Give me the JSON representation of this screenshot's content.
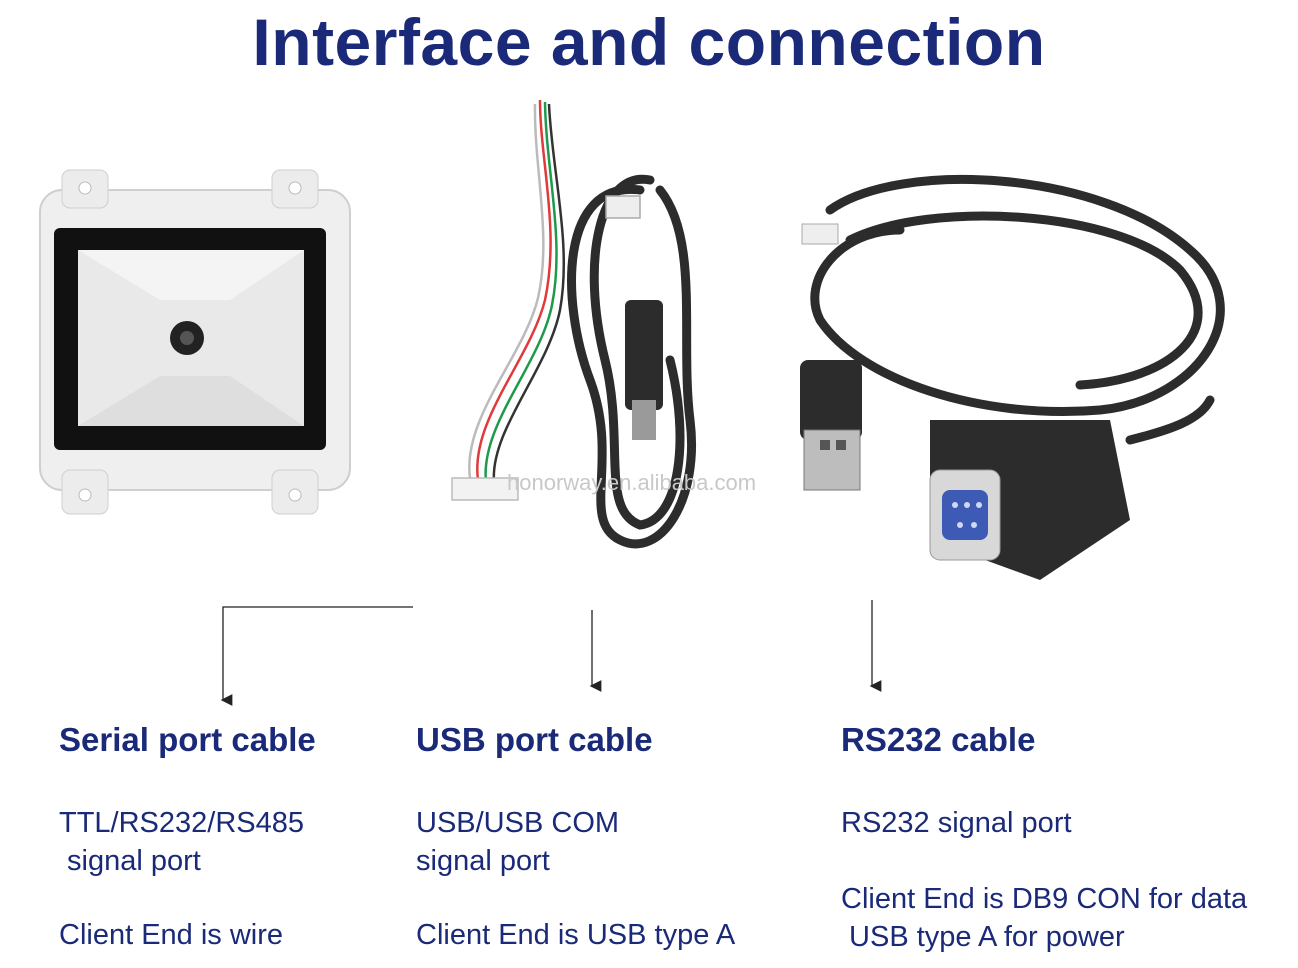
{
  "title": "Interface and connection",
  "watermark": "honorway.en.alibaba.com",
  "colors": {
    "heading": "#1a2a78",
    "text": "#1a2a78"
  },
  "products": [
    {
      "icon": "scanner-module-image"
    },
    {
      "icon": "serial-wire-cable-image"
    },
    {
      "icon": "usb-cable-image"
    },
    {
      "icon": "rs232-db9-cable-image"
    }
  ],
  "columns": [
    {
      "heading": "Serial port cable",
      "signal_lines": [
        "TTL/RS232/RS485",
        " signal port"
      ],
      "client_lines": [
        "Client End is wire"
      ]
    },
    {
      "heading": "USB port cable",
      "signal_lines": [
        "USB/USB COM",
        "signal port"
      ],
      "client_lines": [
        "Client End is USB type A"
      ]
    },
    {
      "heading": "RS232 cable",
      "signal_lines": [
        "RS232 signal port"
      ],
      "client_lines": [
        "Client End is DB9 CON for data",
        " USB type A for power"
      ]
    }
  ]
}
